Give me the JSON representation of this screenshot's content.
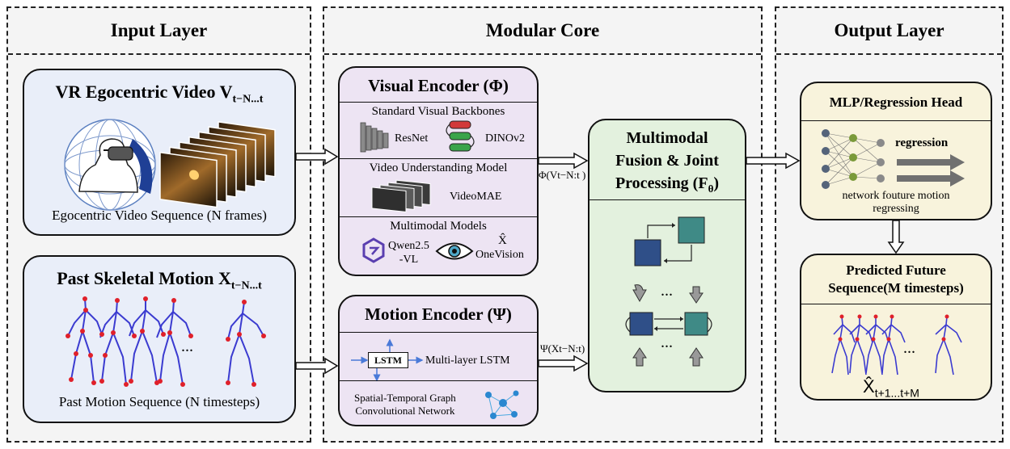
{
  "sections": {
    "input": "Input Layer",
    "core": "Modular Core",
    "output": "Output Layer"
  },
  "input": {
    "video_title": "VR Egocentric Video V",
    "video_sub": "t−N...t",
    "video_caption": "Egocentric Video Sequence (N frames)",
    "motion_title": "Past Skeletal Motion X",
    "motion_sub": "t−N...t",
    "motion_caption": "Past Motion Sequence (N timesteps)",
    "ellipsis": "..."
  },
  "visual_encoder": {
    "title": "Visual Encoder (Φ)",
    "backbones_title": "Standard Visual Backbones",
    "resnet": "ResNet",
    "dinov2": "DINOv2",
    "video_title": "Video Understanding Model",
    "videomae": "VideoMAE",
    "mm_title": "Multimodal Models",
    "qwen_line1": "Qwen2.5",
    "qwen_line2": "-VL",
    "onevision": "OneVision",
    "xhat": "X̂"
  },
  "motion_encoder": {
    "title": "Motion Encoder (Ψ)",
    "lstm": "LSTM",
    "lstm_label": "Multi-layer LSTM",
    "gcn_line1": "Spatial-Temporal Graph",
    "gcn_line2": "Convolutional Network"
  },
  "fusion": {
    "line1": "Multimodal",
    "line2": "Fusion & Joint",
    "line3": "Processing (F",
    "sub": "θ",
    "line3_end": ")",
    "ellipsis_top": "...",
    "ellipsis_bottom": "..."
  },
  "arrows": {
    "phi_label": "Φ(Vt−N:t )",
    "psi_label": "Ψ(Xt−N:t)"
  },
  "output": {
    "mlp_title": "MLP/Regression Head",
    "regression": "regression",
    "mlp_caption1": "network fouture motion",
    "mlp_caption2": "regressing",
    "pred_title1": "Predicted Future",
    "pred_title2": "Sequence(M timesteps)",
    "pred_ellipsis": "...",
    "xhat_main": "X̂",
    "xhat_sub": "t+1...t+M"
  },
  "colors": {
    "input_card": "#e9eef9",
    "encoder_card": "#ede4f3",
    "fusion_card": "#e3f1de",
    "output_card": "#f8f3dc",
    "skeleton_bone": "#3b3bd0",
    "skeleton_joint": "#e0202a"
  }
}
